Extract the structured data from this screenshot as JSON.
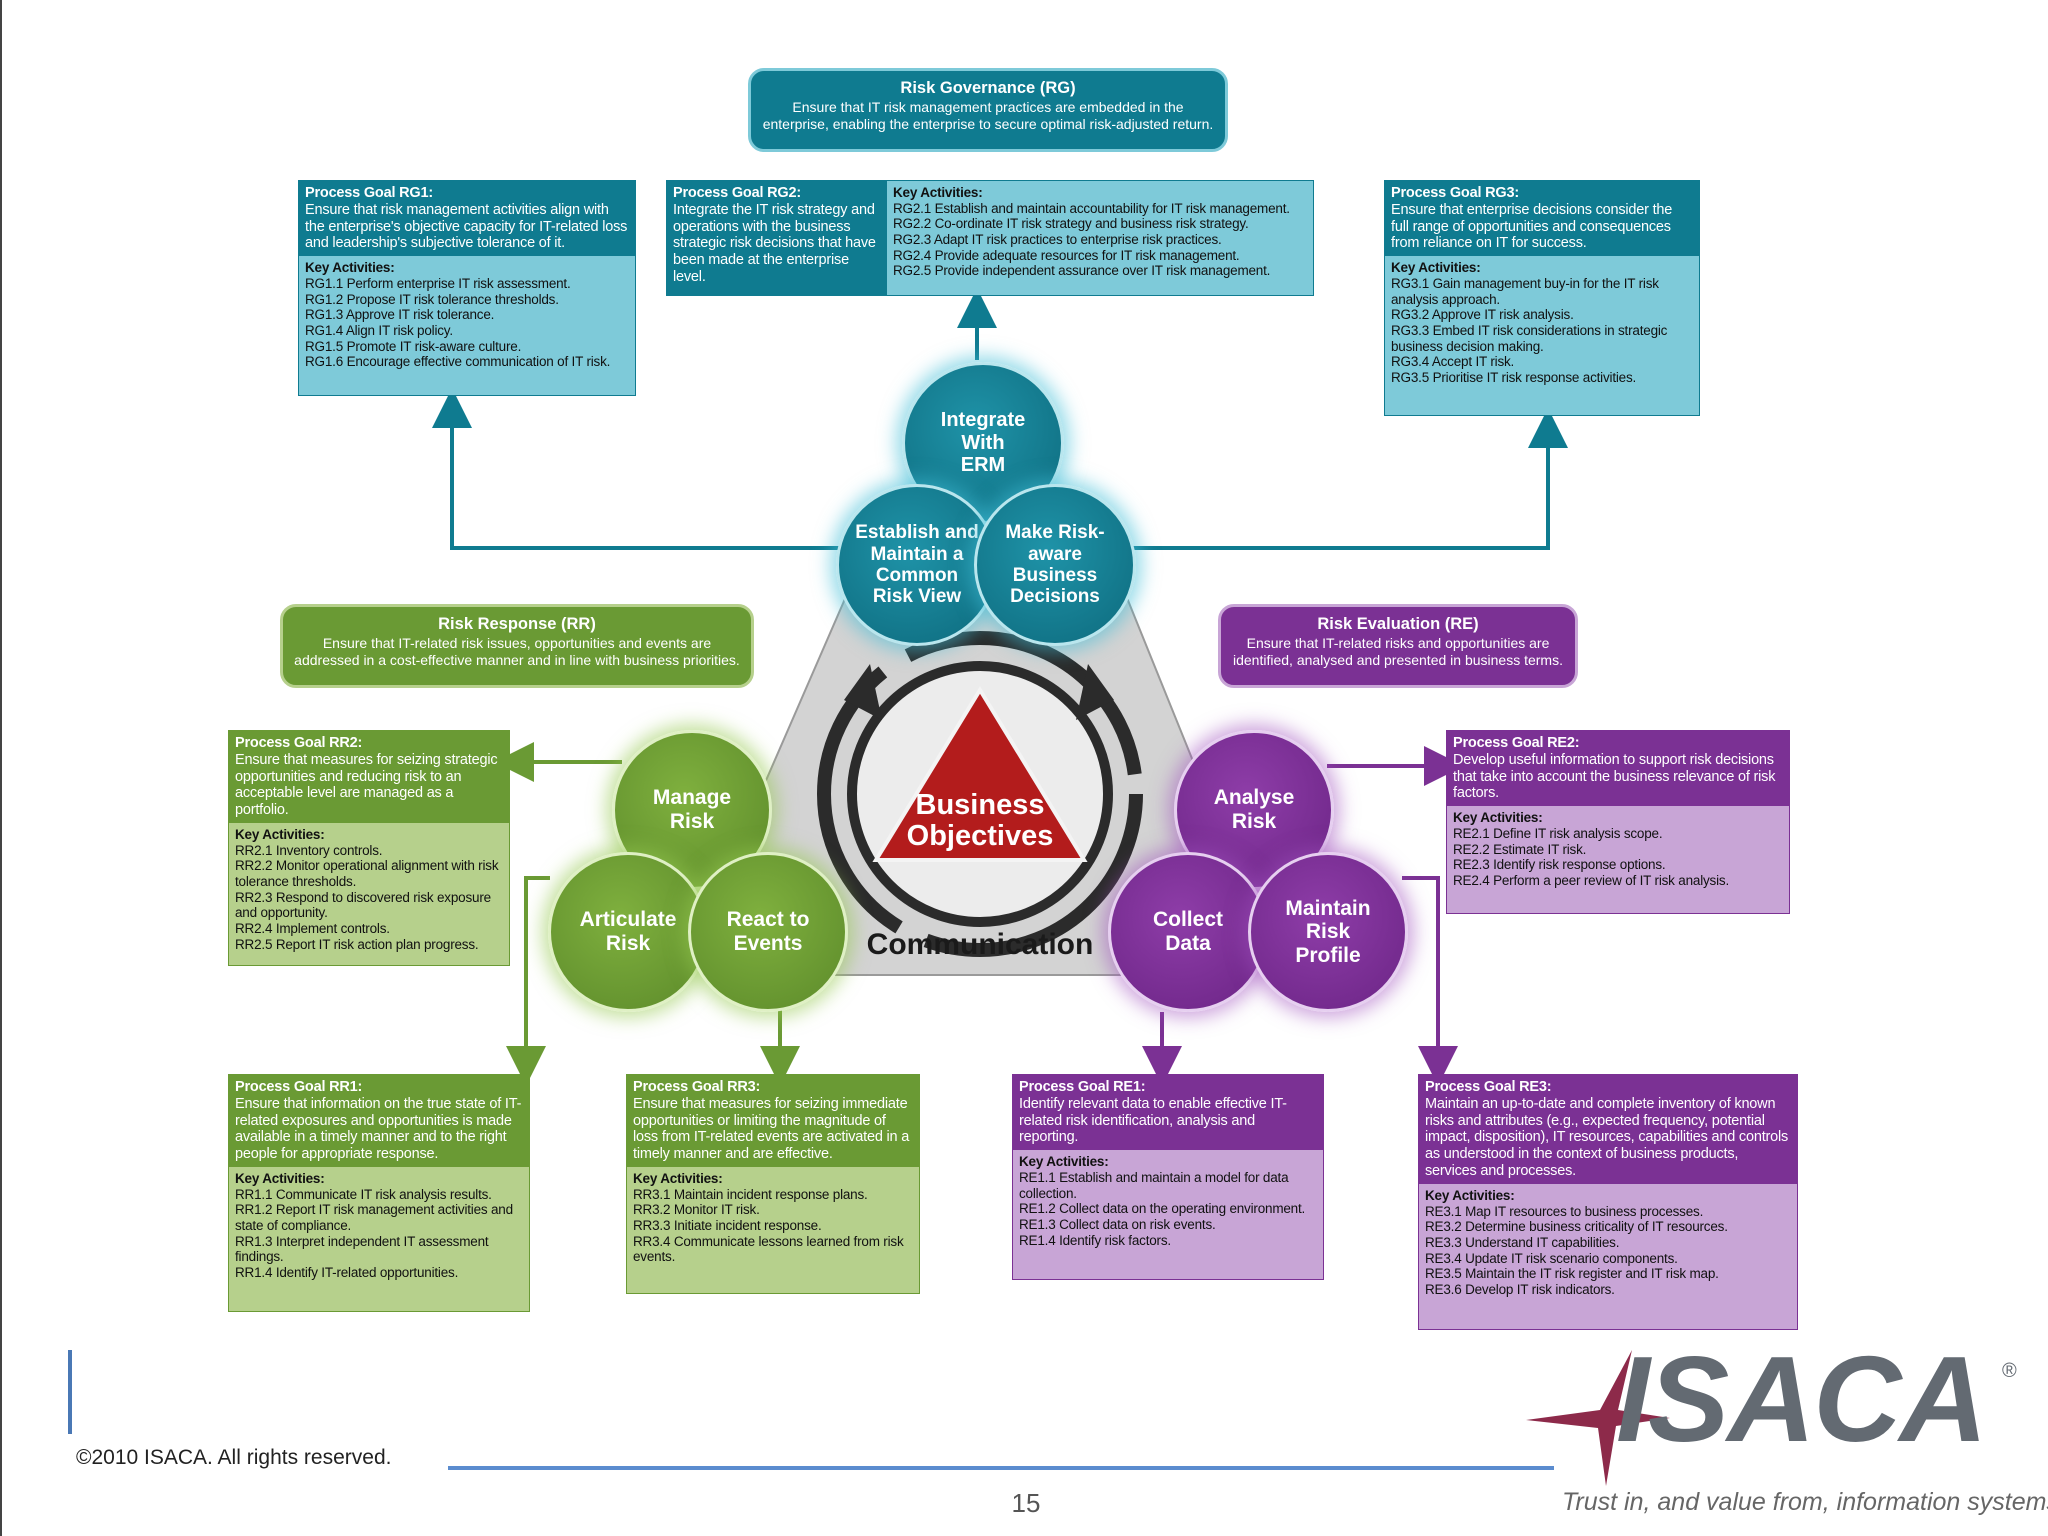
{
  "rg": {
    "title": "Risk Governance (RG)",
    "text": "Ensure that IT risk management practices are embedded in the enterprise, enabling the enterprise to secure optimal risk-adjusted return.",
    "goal1": {
      "title": "Process Goal RG1:",
      "text": "Ensure that risk management activities align with the enterprise's objective capacity for IT-related loss and leadership's subjective tolerance of it.",
      "key": "Key Activities:",
      "items": [
        "RG1.1 Perform enterprise IT risk assessment.",
        "RG1.2 Propose IT risk tolerance thresholds.",
        "RG1.3 Approve IT risk tolerance.",
        "RG1.4 Align IT risk policy.",
        "RG1.5 Promote IT risk-aware culture.",
        "RG1.6 Encourage effective communication of IT risk."
      ]
    },
    "goal2": {
      "title": "Process Goal RG2:",
      "text": "Integrate the IT risk strategy and operations with the business strategic risk decisions that have been made at the enterprise level.",
      "key": "Key Activities:",
      "items": [
        "RG2.1 Establish and maintain accountability for IT risk management.",
        "RG2.2 Co-ordinate IT risk strategy and business risk strategy.",
        "RG2.3 Adapt IT risk practices to enterprise risk practices.",
        "RG2.4 Provide adequate resources for IT risk management.",
        "RG2.5 Provide independent assurance over IT risk management."
      ]
    },
    "goal3": {
      "title": "Process Goal RG3:",
      "text": "Ensure that enterprise decisions consider the full range of opportunities and consequences from reliance on IT for success.",
      "key": "Key Activities:",
      "items": [
        "RG3.1 Gain management buy-in for the IT risk analysis approach.",
        "RG3.2 Approve IT risk analysis.",
        "RG3.3 Embed IT risk considerations in strategic business decision making.",
        "RG3.4 Accept IT risk.",
        "RG3.5 Prioritise IT risk response activities."
      ]
    },
    "circles": [
      "Integrate With ERM",
      "Establish and Maintain a Common Risk View",
      "Make Risk-aware Business Decisions"
    ]
  },
  "rr": {
    "title": "Risk Response (RR)",
    "text": "Ensure that IT-related risk issues, opportunities and events are addressed in a cost-effective manner and in line with business priorities.",
    "goal1": {
      "title": "Process Goal RR1:",
      "text": "Ensure that information on the true state of IT-related exposures and opportunities is made available in a timely manner and to the right people for appropriate response.",
      "key": "Key Activities:",
      "items": [
        "RR1.1 Communicate IT risk analysis results.",
        "RR1.2 Report IT risk management activities and state of compliance.",
        "RR1.3 Interpret independent IT assessment findings.",
        "RR1.4 Identify IT-related opportunities."
      ]
    },
    "goal2": {
      "title": "Process Goal RR2:",
      "text": "Ensure that measures for seizing strategic opportunities and reducing risk to an acceptable level are managed as a portfolio.",
      "key": "Key Activities:",
      "items": [
        "RR2.1 Inventory controls.",
        "RR2.2 Monitor operational alignment with risk tolerance thresholds.",
        "RR2.3 Respond to discovered risk exposure and opportunity.",
        "RR2.4 Implement controls.",
        "RR2.5 Report IT risk action plan progress."
      ]
    },
    "goal3": {
      "title": "Process Goal RR3:",
      "text": "Ensure that measures for seizing immediate opportunities or limiting the magnitude of loss from IT-related events are activated in a timely manner and are effective.",
      "key": "Key Activities:",
      "items": [
        "RR3.1 Maintain incident response plans.",
        "RR3.2 Monitor IT risk.",
        "RR3.3 Initiate incident response.",
        "RR3.4 Communicate lessons learned from risk events."
      ]
    },
    "circles": [
      "Manage Risk",
      "Articulate Risk",
      "React to Events"
    ]
  },
  "re": {
    "title": "Risk Evaluation (RE)",
    "text": "Ensure that IT-related risks and opportunities are identified, analysed and presented in business terms.",
    "goal1": {
      "title": "Process Goal RE1:",
      "text": "Identify relevant data to enable effective IT-related risk identification, analysis and reporting.",
      "key": "Key Activities:",
      "items": [
        "RE1.1 Establish and maintain a model for data collection.",
        "RE1.2 Collect data on the operating environment.",
        "RE1.3 Collect data on risk events.",
        "RE1.4 Identify risk factors."
      ]
    },
    "goal2": {
      "title": "Process Goal RE2:",
      "text": "Develop useful information to support risk decisions that take into account the business relevance of risk factors.",
      "key": "Key Activities:",
      "items": [
        "RE2.1 Define IT risk analysis scope.",
        "RE2.2 Estimate IT risk.",
        "RE2.3 Identify risk response options.",
        "RE2.4 Perform a peer review of IT risk analysis."
      ]
    },
    "goal3": {
      "title": "Process Goal RE3:",
      "text": "Maintain an up-to-date and complete inventory of known risks and attributes (e.g., expected frequency, potential impact, disposition), IT resources, capabilities and controls as understood in the context of business products, services and processes.",
      "key": "Key Activities:",
      "items": [
        "RE3.1 Map IT resources to business processes.",
        "RE3.2 Determine business criticality of IT resources.",
        "RE3.3 Understand IT capabilities.",
        "RE3.4 Update IT risk scenario components.",
        "RE3.5 Maintain the IT risk register and IT risk map.",
        "RE3.6 Develop IT risk indicators."
      ]
    },
    "circles": [
      "Analyse Risk",
      "Collect Data",
      "Maintain Risk Profile"
    ]
  },
  "center": {
    "business": "Business Objectives",
    "communication": "Communication"
  },
  "footer": {
    "copyright": "©2010 ISACA. All rights reserved.",
    "page": "15",
    "logo": "ISACA",
    "registered": "®",
    "tagline": "Trust in, and value from, information systems"
  },
  "colors": {
    "teal": "#0f7b90",
    "green": "#6a9a34",
    "purple": "#7b3194",
    "red": "#b31c1c"
  }
}
